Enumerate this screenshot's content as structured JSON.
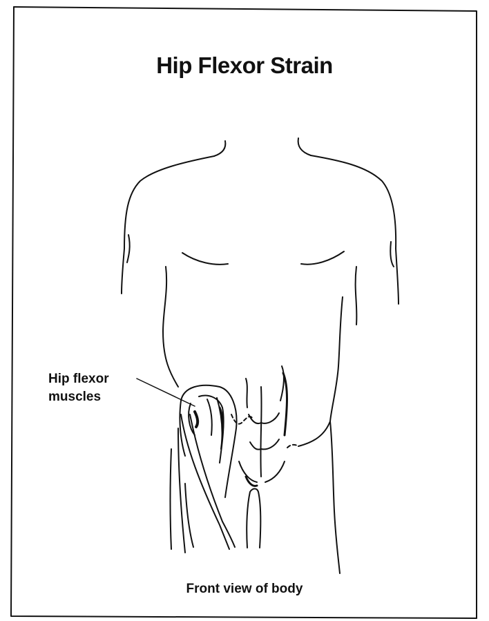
{
  "diagram": {
    "title": "Hip Flexor Strain",
    "callout": {
      "line1": "Hip flexor",
      "line2": "muscles"
    },
    "caption": "Front view of body"
  },
  "colors": {
    "ink": "#111111",
    "background": "#ffffff"
  }
}
